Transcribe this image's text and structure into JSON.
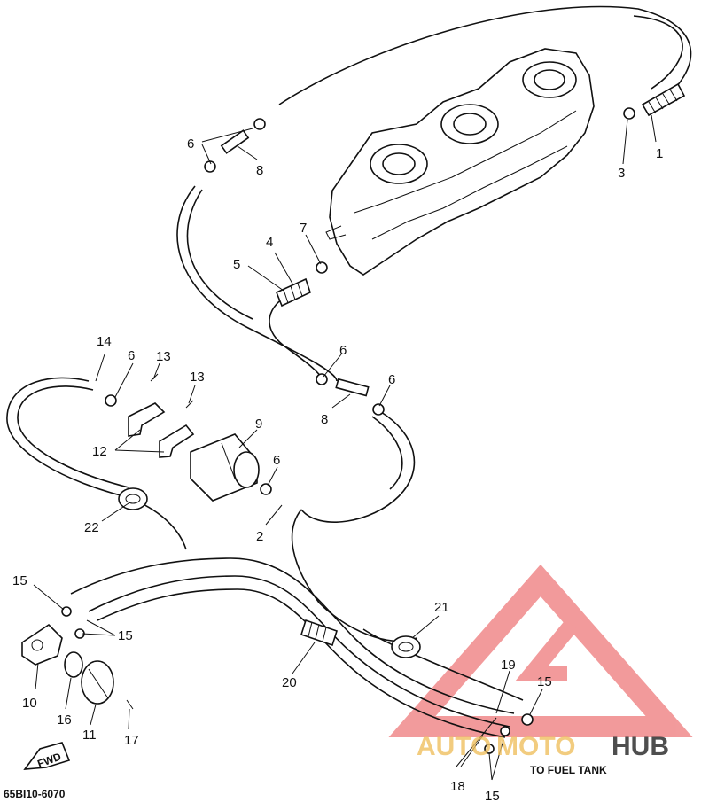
{
  "callouts": [
    "1",
    "2",
    "3",
    "4",
    "5",
    "6",
    "7",
    "8",
    "9",
    "10",
    "11",
    "12",
    "13",
    "14",
    "15",
    "16",
    "17",
    "18",
    "19",
    "20",
    "21",
    "22"
  ],
  "annotations": {
    "to_fuel_tank": "TO FUEL TANK",
    "fwd": "FWD",
    "drawing_code": "65BI10-6070"
  },
  "watermark": {
    "text_auto": "AUTO",
    "text_moto": "MOTO",
    "text_hub": "HUB",
    "colors": {
      "triangle": "#e8484a",
      "auto": "#f0c060",
      "moto": "#f0c060",
      "hub": "#222222"
    }
  }
}
